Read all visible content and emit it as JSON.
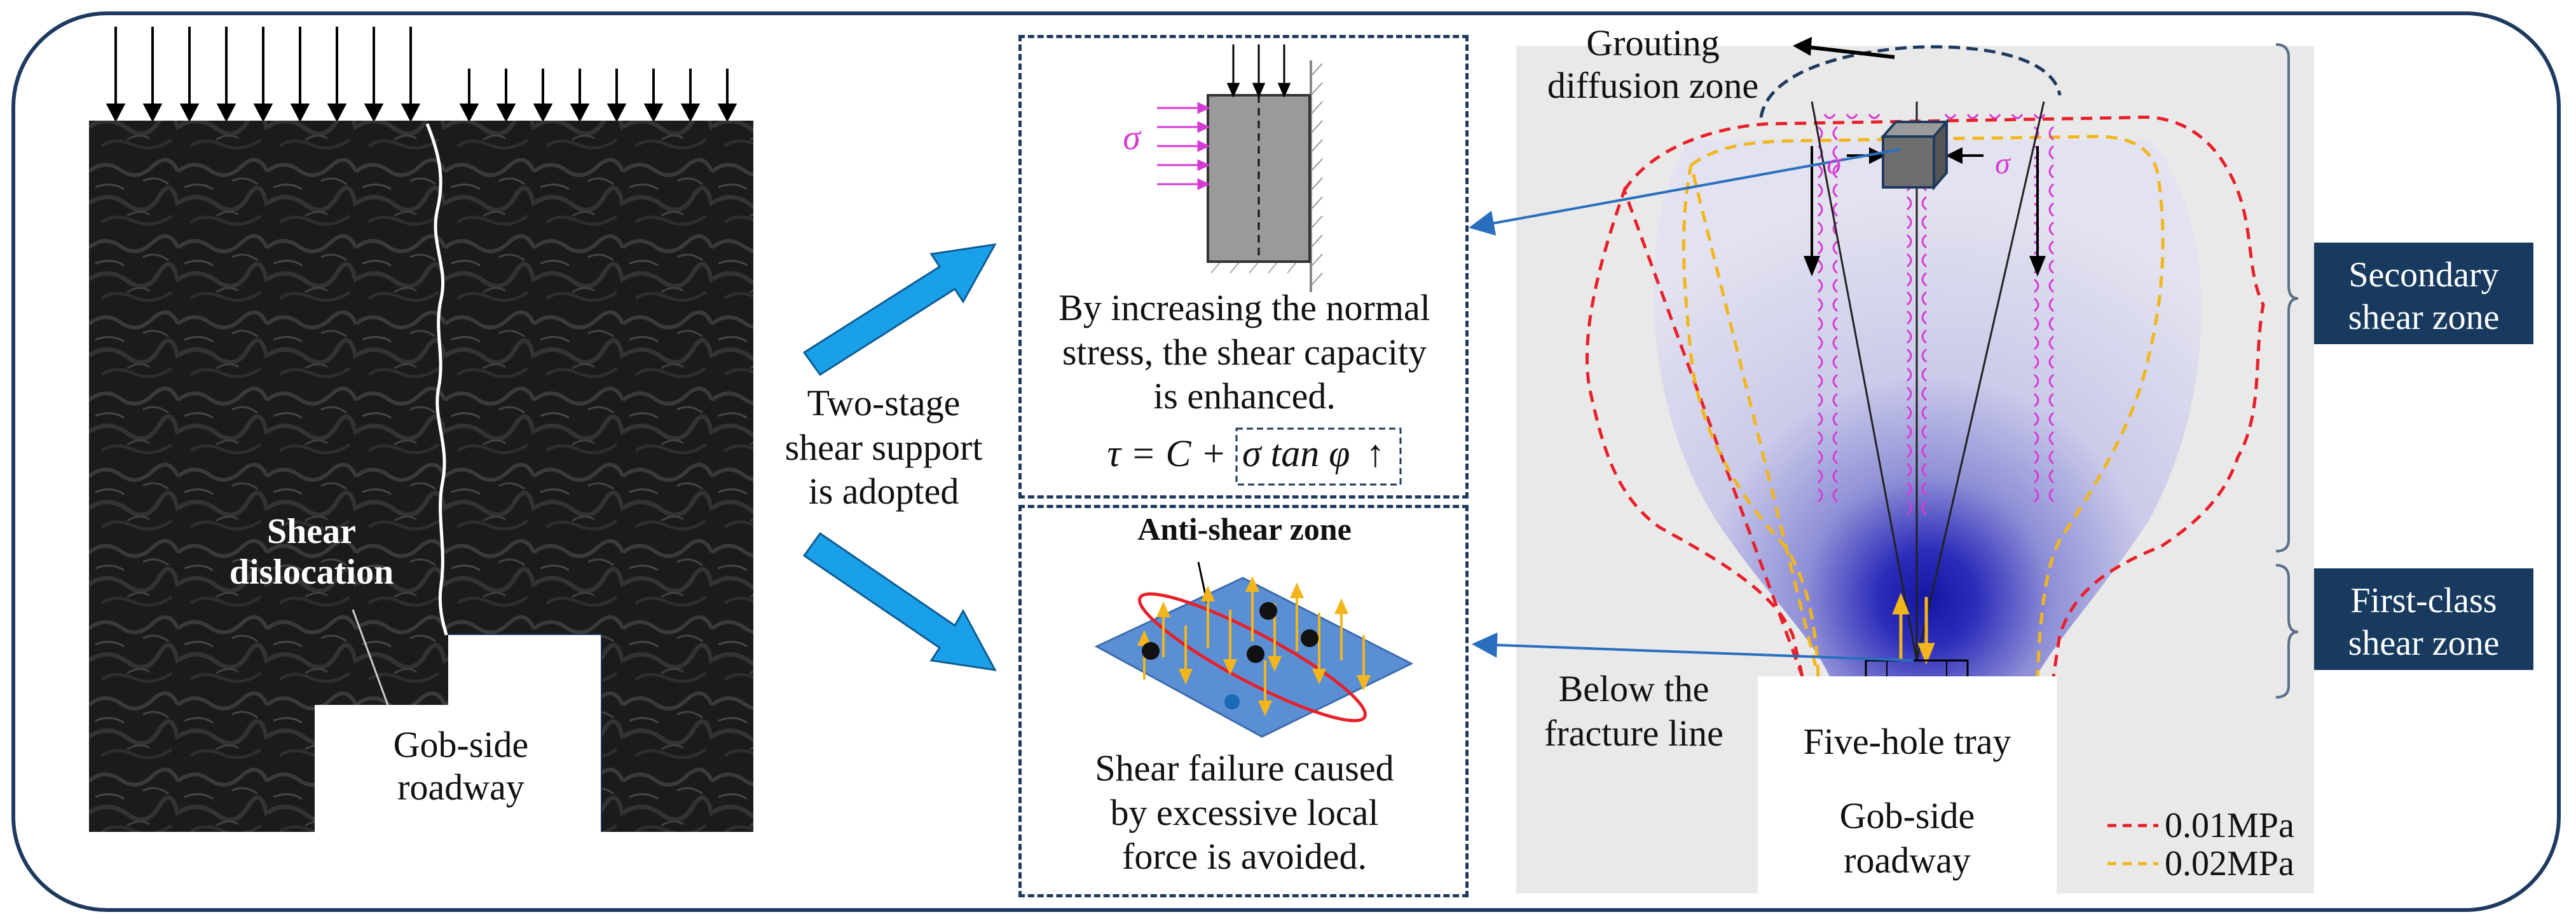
{
  "left_panel": {
    "shear_label": "Shear",
    "dislocation_label": "dislocation",
    "roadway_line1": "Gob-side",
    "roadway_line2": "roadway"
  },
  "middle": {
    "support_line1": "Two-stage",
    "support_line2": "shear support",
    "support_line3": "is adopted",
    "top_box": {
      "sigma": "σ",
      "text_line1": "By increasing the normal",
      "text_line2": "stress, the shear capacity",
      "text_line3": "is enhanced.",
      "formula_left": "τ = C +",
      "formula_boxed": "σ tan φ",
      "formula_arrow": "↑"
    },
    "bottom_box": {
      "title": "Anti-shear zone",
      "text_line1": "Shear failure caused",
      "text_line2": "by excessive local",
      "text_line3": "force is avoided."
    }
  },
  "right_panel": {
    "grouting_line1": "Grouting",
    "grouting_line2": "diffusion zone",
    "sigma_left": "σ",
    "sigma_right": "σ",
    "fracture_line1": "Below the",
    "fracture_line2": "fracture line",
    "tray_label": "Five-hole tray",
    "roadway_line1": "Gob-side",
    "roadway_line2": "roadway",
    "legend": [
      {
        "label": "0.01MPa",
        "color": "#e8202a"
      },
      {
        "label": "0.02MPa",
        "color": "#f2b61c"
      }
    ]
  },
  "zones": {
    "secondary_line1": "Secondary",
    "secondary_line2": "shear zone",
    "first_line1": "First-class",
    "first_line2": "shear zone"
  },
  "colors": {
    "frame": "#1e3a5f",
    "big_arrow": "#1aa0e8",
    "sigma": "#d63bd3",
    "label_bg": "#173a5e"
  }
}
